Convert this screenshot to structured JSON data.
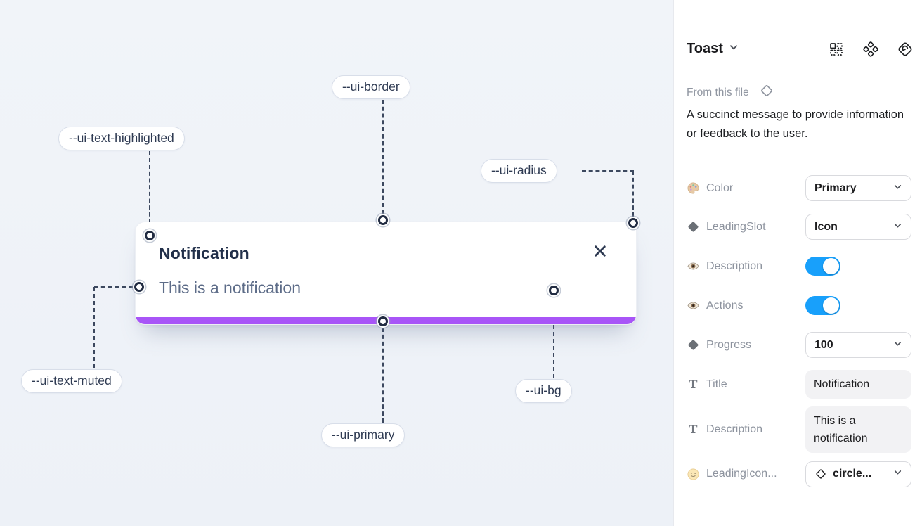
{
  "canvas": {
    "toast": {
      "title": "Notification",
      "description": "This is a notification",
      "progress_value": "100",
      "progress_color": "#a855f7",
      "title_color": "#22304a",
      "muted_color": "#5d6c88",
      "bg_color": "#ffffff"
    },
    "tokens": {
      "text_highlighted": "--ui-text-highlighted",
      "border": "--ui-border",
      "radius": "--ui-radius",
      "text_muted": "--ui-text-muted",
      "primary": "--ui-primary",
      "bg": "--ui-bg"
    }
  },
  "panel": {
    "title": "Toast",
    "source_label": "From this file",
    "description": "A succinct message to provide information or feedback to the user.",
    "props": {
      "color": {
        "label": "Color",
        "value": "Primary"
      },
      "leading_slot": {
        "label": "LeadingSlot",
        "value": "Icon"
      },
      "description_toggle": {
        "label": "Description",
        "value": true
      },
      "actions_toggle": {
        "label": "Actions",
        "value": true
      },
      "progress": {
        "label": "Progress",
        "value": "100"
      },
      "title_field": {
        "label": "Title",
        "value": "Notification"
      },
      "description_field": {
        "label": "Description",
        "value": "This is a notification"
      },
      "leading_icon": {
        "label": "LeadingIcon...",
        "value": "circle..."
      }
    },
    "colors": {
      "toggle_on": "#18a0fb",
      "accent_primary": "#a855f7"
    }
  }
}
